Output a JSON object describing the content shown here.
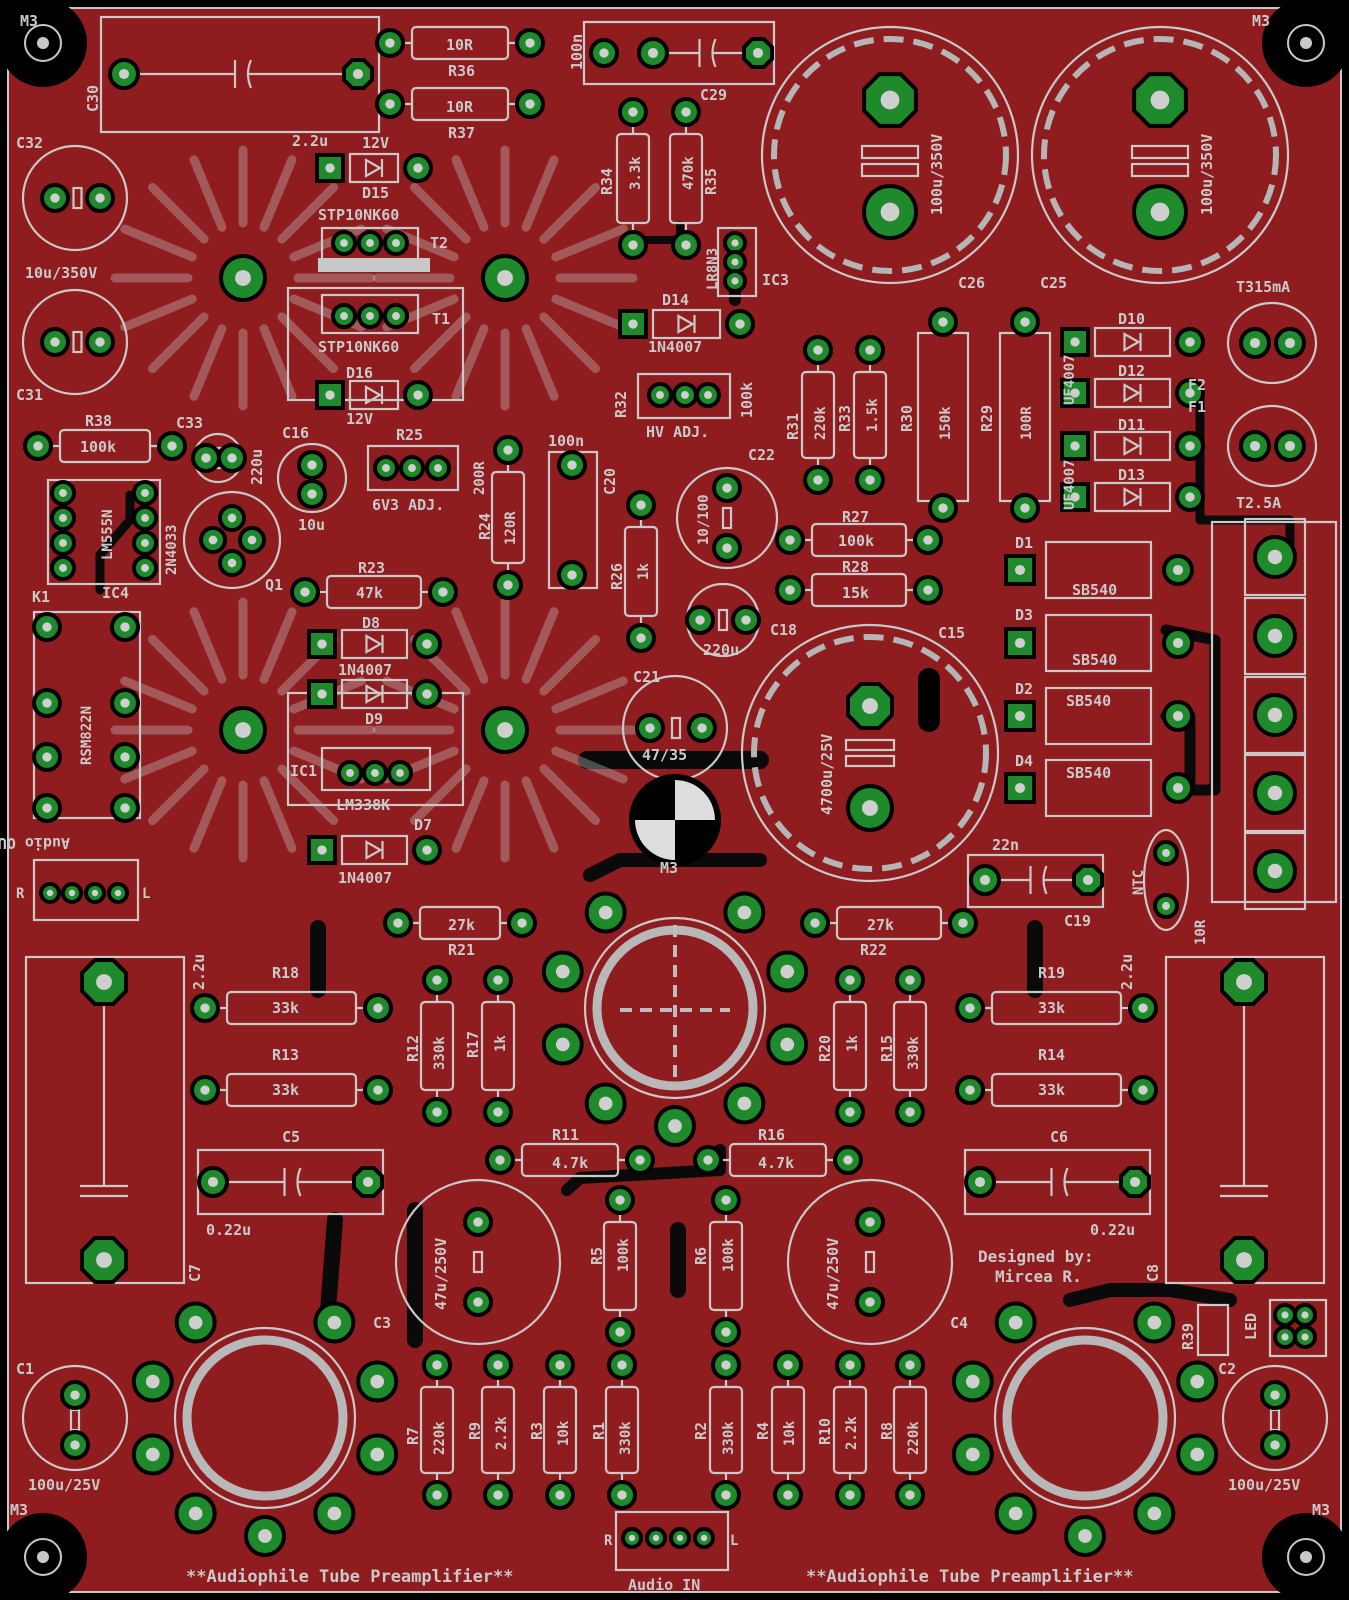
{
  "board": {
    "title_left": "**Audiophile Tube Preamplifier**",
    "title_right": "**Audiophile Tube Preamplifier**",
    "designer_line1": "Designed by:",
    "designer_line2": "Mircea R.",
    "colors": {
      "background": "#000000",
      "copper": "#8f1c1e",
      "pad": "#1e8a2c",
      "silk": "#c9c9c9",
      "track": "#0a0a0a"
    }
  },
  "labels": [
    {
      "id": "m3-tl",
      "text": "M3"
    },
    {
      "id": "m3-tr",
      "text": "M3"
    },
    {
      "id": "m3-bl",
      "text": "M3"
    },
    {
      "id": "m3-br",
      "text": "M3"
    },
    {
      "id": "m3-c",
      "text": "M3"
    },
    {
      "id": "c30",
      "text": "C30"
    },
    {
      "id": "c30v",
      "text": "2.2u"
    },
    {
      "id": "r36v",
      "text": "10R"
    },
    {
      "id": "r36",
      "text": "R36"
    },
    {
      "id": "r37v",
      "text": "10R"
    },
    {
      "id": "r37",
      "text": "R37"
    },
    {
      "id": "c29v",
      "text": "100n"
    },
    {
      "id": "c29",
      "text": "C29"
    },
    {
      "id": "c32",
      "text": "C32"
    },
    {
      "id": "c3132v",
      "text": "10u/350V"
    },
    {
      "id": "c31",
      "text": "C31"
    },
    {
      "id": "d15v",
      "text": "12V"
    },
    {
      "id": "d15",
      "text": "D15"
    },
    {
      "id": "t2v",
      "text": "STP10NK60"
    },
    {
      "id": "t2",
      "text": "T2"
    },
    {
      "id": "t1",
      "text": "T1"
    },
    {
      "id": "t1v",
      "text": "STP10NK60"
    },
    {
      "id": "d16",
      "text": "D16"
    },
    {
      "id": "d16v",
      "text": "12V"
    },
    {
      "id": "r34",
      "text": "R34"
    },
    {
      "id": "r34v",
      "text": "3.3k"
    },
    {
      "id": "r35v",
      "text": "470k"
    },
    {
      "id": "r35",
      "text": "R35"
    },
    {
      "id": "ic3v",
      "text": "LR8N3"
    },
    {
      "id": "ic3",
      "text": "IC3"
    },
    {
      "id": "d14",
      "text": "D14"
    },
    {
      "id": "d14v",
      "text": "1N4007"
    },
    {
      "id": "r32",
      "text": "R32"
    },
    {
      "id": "r32v",
      "text": "100k"
    },
    {
      "id": "hvadj",
      "text": "HV ADJ."
    },
    {
      "id": "c26v",
      "text": "100u/350V"
    },
    {
      "id": "c26",
      "text": "C26"
    },
    {
      "id": "c25v",
      "text": "100u/350V"
    },
    {
      "id": "c25",
      "text": "C25"
    },
    {
      "id": "fuse1",
      "text": "T315mA"
    },
    {
      "id": "f2",
      "text": "F2"
    },
    {
      "id": "f1",
      "text": "F1"
    },
    {
      "id": "fuse2",
      "text": "T2.5A"
    },
    {
      "id": "d10",
      "text": "D10"
    },
    {
      "id": "d12",
      "text": "D12"
    },
    {
      "id": "d11",
      "text": "D11"
    },
    {
      "id": "d13",
      "text": "D13"
    },
    {
      "id": "uf1",
      "text": "UF4007"
    },
    {
      "id": "uf2",
      "text": "UF4007"
    },
    {
      "id": "r31",
      "text": "R31"
    },
    {
      "id": "r31v",
      "text": "220k"
    },
    {
      "id": "r33",
      "text": "R33"
    },
    {
      "id": "r33v",
      "text": "1.5k"
    },
    {
      "id": "r30",
      "text": "R30"
    },
    {
      "id": "r30v",
      "text": "150k"
    },
    {
      "id": "r29",
      "text": "R29"
    },
    {
      "id": "r29v",
      "text": "100R"
    },
    {
      "id": "r38",
      "text": "R38"
    },
    {
      "id": "r38v",
      "text": "100k"
    },
    {
      "id": "c33",
      "text": "C33"
    },
    {
      "id": "c33v",
      "text": "220u"
    },
    {
      "id": "c16",
      "text": "C16"
    },
    {
      "id": "c16v",
      "text": "10u"
    },
    {
      "id": "r25",
      "text": "R25"
    },
    {
      "id": "r25v",
      "text": "200R"
    },
    {
      "id": "v6adj",
      "text": "6V3 ADJ."
    },
    {
      "id": "r24",
      "text": "R24"
    },
    {
      "id": "r24v",
      "text": "120R"
    },
    {
      "id": "c20v",
      "text": "100n"
    },
    {
      "id": "c20",
      "text": "C20"
    },
    {
      "id": "c22",
      "text": "C22"
    },
    {
      "id": "c22v",
      "text": "10/100"
    },
    {
      "id": "r27",
      "text": "R27"
    },
    {
      "id": "r27v",
      "text": "100k"
    },
    {
      "id": "r28",
      "text": "R28"
    },
    {
      "id": "r28v",
      "text": "15k"
    },
    {
      "id": "lm",
      "text": "LM555N"
    },
    {
      "id": "ic4",
      "text": "IC4"
    },
    {
      "id": "q1v",
      "text": "2N4033"
    },
    {
      "id": "q1",
      "text": "Q1"
    },
    {
      "id": "k1",
      "text": "K1"
    },
    {
      "id": "k1v",
      "text": "RSM822N"
    },
    {
      "id": "r23",
      "text": "R23"
    },
    {
      "id": "r23v",
      "text": "47k"
    },
    {
      "id": "d8",
      "text": "D8"
    },
    {
      "id": "d8v",
      "text": "1N4007"
    },
    {
      "id": "d9",
      "text": "D9"
    },
    {
      "id": "r26",
      "text": "R26"
    },
    {
      "id": "r26v",
      "text": "1k"
    },
    {
      "id": "c18",
      "text": "C18"
    },
    {
      "id": "c18v",
      "text": "220u"
    },
    {
      "id": "c15",
      "text": "C15"
    },
    {
      "id": "c15v",
      "text": "4700u/25V"
    },
    {
      "id": "d1",
      "text": "D1"
    },
    {
      "id": "d3",
      "text": "D3"
    },
    {
      "id": "d2",
      "text": "D2"
    },
    {
      "id": "d4",
      "text": "D4"
    },
    {
      "id": "sb1",
      "text": "SB540"
    },
    {
      "id": "sb2",
      "text": "SB540"
    },
    {
      "id": "sb3",
      "text": "SB540"
    },
    {
      "id": "sb4",
      "text": "SB540"
    },
    {
      "id": "c21",
      "text": "C21"
    },
    {
      "id": "c21v",
      "text": "47/35"
    },
    {
      "id": "ic1",
      "text": "IC1"
    },
    {
      "id": "ic1v",
      "text": "LM338K"
    },
    {
      "id": "d7",
      "text": "D7"
    },
    {
      "id": "d7v",
      "text": "1N4007"
    },
    {
      "id": "audioout",
      "text": "Audio OUT"
    },
    {
      "id": "ao-r",
      "text": "R"
    },
    {
      "id": "ao-l",
      "text": "L"
    },
    {
      "id": "c19v",
      "text": "22n"
    },
    {
      "id": "c19",
      "text": "C19"
    },
    {
      "id": "ntc",
      "text": "NTC"
    },
    {
      "id": "ntcv",
      "text": "10R"
    },
    {
      "id": "r21v",
      "text": "27k"
    },
    {
      "id": "r21",
      "text": "R21"
    },
    {
      "id": "r22v",
      "text": "27k"
    },
    {
      "id": "r22",
      "text": "R22"
    },
    {
      "id": "c7v",
      "text": "2.2u"
    },
    {
      "id": "c7",
      "text": "C7"
    },
    {
      "id": "c8v",
      "text": "2.2u"
    },
    {
      "id": "c8",
      "text": "C8"
    },
    {
      "id": "r18",
      "text": "R18"
    },
    {
      "id": "r18v",
      "text": "33k"
    },
    {
      "id": "r13",
      "text": "R13"
    },
    {
      "id": "r13v",
      "text": "33k"
    },
    {
      "id": "r19",
      "text": "R19"
    },
    {
      "id": "r19v",
      "text": "33k"
    },
    {
      "id": "r14",
      "text": "R14"
    },
    {
      "id": "r14v",
      "text": "33k"
    },
    {
      "id": "r12",
      "text": "R12"
    },
    {
      "id": "r12v",
      "text": "330k"
    },
    {
      "id": "r17",
      "text": "R17"
    },
    {
      "id": "r17v",
      "text": "1k"
    },
    {
      "id": "r20",
      "text": "R20"
    },
    {
      "id": "r20v",
      "text": "1k"
    },
    {
      "id": "r15",
      "text": "R15"
    },
    {
      "id": "r15v",
      "text": "330k"
    },
    {
      "id": "c5",
      "text": "C5"
    },
    {
      "id": "c5v",
      "text": "0.22u"
    },
    {
      "id": "c6",
      "text": "C6"
    },
    {
      "id": "c6v",
      "text": "0.22u"
    },
    {
      "id": "r11",
      "text": "R11"
    },
    {
      "id": "r11v",
      "text": "4.7k"
    },
    {
      "id": "r16",
      "text": "R16"
    },
    {
      "id": "r16v",
      "text": "4.7k"
    },
    {
      "id": "r5",
      "text": "R5"
    },
    {
      "id": "r5v",
      "text": "100k"
    },
    {
      "id": "r6",
      "text": "R6"
    },
    {
      "id": "r6v",
      "text": "100k"
    },
    {
      "id": "c3",
      "text": "C3"
    },
    {
      "id": "c3v",
      "text": "47u/250V"
    },
    {
      "id": "c4",
      "text": "C4"
    },
    {
      "id": "c4v",
      "text": "47u/250V"
    },
    {
      "id": "c1",
      "text": "C1"
    },
    {
      "id": "c1v",
      "text": "100u/25V"
    },
    {
      "id": "c2",
      "text": "C2"
    },
    {
      "id": "c2v",
      "text": "100u/25V"
    },
    {
      "id": "r39",
      "text": "R39"
    },
    {
      "id": "led",
      "text": "LED"
    },
    {
      "id": "r7",
      "text": "R7"
    },
    {
      "id": "r7v",
      "text": "220k"
    },
    {
      "id": "r9",
      "text": "R9"
    },
    {
      "id": "r9v",
      "text": "2.2k"
    },
    {
      "id": "r3",
      "text": "R3"
    },
    {
      "id": "r3v",
      "text": "10k"
    },
    {
      "id": "r1",
      "text": "R1"
    },
    {
      "id": "r1v",
      "text": "330k"
    },
    {
      "id": "r2",
      "text": "R2"
    },
    {
      "id": "r2v",
      "text": "330k"
    },
    {
      "id": "r4",
      "text": "R4"
    },
    {
      "id": "r4v",
      "text": "10k"
    },
    {
      "id": "r10",
      "text": "R10"
    },
    {
      "id": "r10v",
      "text": "2.2k"
    },
    {
      "id": "r8",
      "text": "R8"
    },
    {
      "id": "r8v",
      "text": "220k"
    },
    {
      "id": "audioin",
      "text": "Audio IN"
    },
    {
      "id": "ai-r",
      "text": "R"
    },
    {
      "id": "ai-l",
      "text": "L"
    }
  ]
}
